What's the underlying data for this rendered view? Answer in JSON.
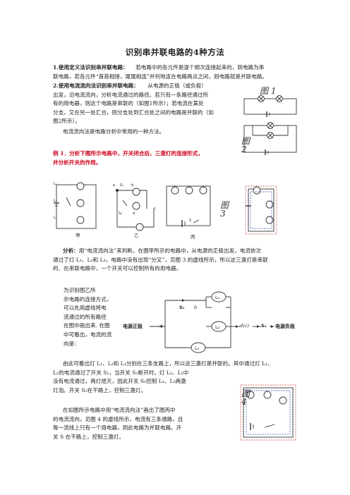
{
  "title": "识别串并联电路的4种方法",
  "s1": {
    "heading": "1.使用定义法识别串并联电路：",
    "line1": "若电路中的各元件是逐个顺次连接起来的，则电路为串",
    "line2": "联电路，若各元件“首首相接，尾尾相连”并列地连在电路两点之间，则电路就是并联电路。"
  },
  "s2": {
    "heading": "2.使用电流流向法识别串并联电路：",
    "head_tail": "从电源的正极（或负极）",
    "lines": [
      "出发，沿电流流向，分析电流通过的路径。若只有一条路径通过所",
      "有的用电器，则这个电路是串联的（如图1所示）；若电流在某处",
      "分支，又在另一处汇合，则分支处到汇合处之间的电路是并联的（如",
      "图2所示）。"
    ],
    "summary": "电流流向法是电路分析中常用的一种方法。"
  },
  "fig1_label": "图 1",
  "fig2_label": "图 2",
  "fig3_label": "图 3",
  "fig4_label": "图 4",
  "example": {
    "line1": "例 1．分析下图所示电路中，开关闭合后，三盏灯的连接形式，",
    "line2": "并分析开关的作用。"
  },
  "circuits": {
    "jia": "甲",
    "yi": "乙",
    "bing": "丙",
    "L1": "L₁",
    "L2": "L₂",
    "L3": "L₃",
    "a": "a",
    "b": "b",
    "c": "c",
    "d": "d",
    "S1": "S₁",
    "S2": "S₂",
    "S": "S"
  },
  "analysis": {
    "lead": "分析：",
    "lines": [
      "用“电流流向法”来判断。在图甲所示的电路中，从电源的正极出发，电流依次",
      "通过了灯 L₁、L₂和 L₃，电路中没有出现“分叉”，见图 3 的虚线所示，所以这三盏灯是串联",
      "的．在串联电路中，一个开关可以控制所有的用电器。"
    ]
  },
  "yi_text": [
    "为识别图乙所",
    "示电路的连接方式，",
    "可以先用虚线将电",
    "流通过的所有路径",
    "在图中画出来. 在图",
    "中可看出，电流的流",
    "向是："
  ],
  "flow": {
    "pos": "电源正极",
    "neg": "电源负极",
    "a": "a",
    "S1": "S₁",
    "b": "b",
    "L1": "L₁",
    "L2": "L₂",
    "L3": "L₃",
    "dc": "d(c)",
    "S2": "S₂"
  },
  "conclusion": [
    "由此可看出灯 L₁、L₂和 L₃分别在三条支路上，所以这三盏灯是并联的。其中通过灯 L₁、",
    "L₂的电流通过了开关 S₁，当开关 S₁断开时，灯 L₁、L₂中",
    "没有电流通过，两灯熄灭，因此开关 S₁控制 L₁、L₂两盏",
    "灯泡。开关 S₂在干路上，控制三盏灯。"
  ],
  "bing_text": [
    "在如图所示电路中用“电流流向法”画出了图丙中",
    "的电流流向，见图 4 的虚线所示，电流有三条通路，且",
    "每一流线上只有一个用电器，则此电路为并联电路。开",
    "关 S 在干路上，控制三盏灯。"
  ]
}
